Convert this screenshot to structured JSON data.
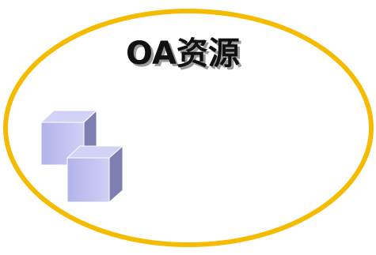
{
  "title": "OA资源",
  "colors": {
    "ellipse_stroke": "#f5bb00",
    "title_text": "#111111",
    "title_shadow": "#9a9a9a",
    "cube_front": "#bcbcee",
    "cube_top": "#d2d2f6",
    "cube_side": "#7e7eb2",
    "cube_edge": "#ffffff"
  },
  "shapes": {
    "outer": "ellipse",
    "icon": "stacked-cubes",
    "cube_count": 2
  }
}
